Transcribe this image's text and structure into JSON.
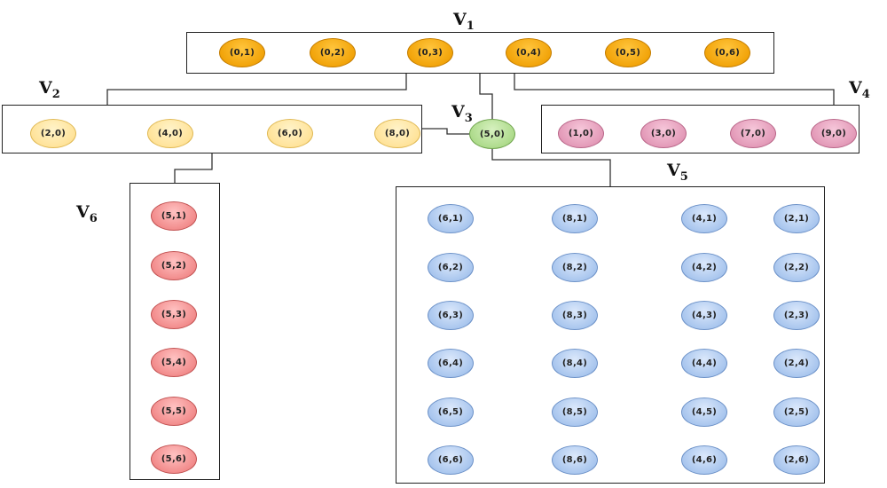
{
  "groups": {
    "v1": {
      "name": "V",
      "sub": "1",
      "color": "orange",
      "nodes": [
        "(0,1)",
        "(0,2)",
        "(0,3)",
        "(0,4)",
        "(0,5)",
        "(0,6)"
      ]
    },
    "v2": {
      "name": "V",
      "sub": "2",
      "color": "yellow",
      "nodes": [
        "(2,0)",
        "(4,0)",
        "(6,0)",
        "(8,0)"
      ]
    },
    "v3": {
      "name": "V",
      "sub": "3",
      "color": "green",
      "nodes": [
        "(5,0)"
      ]
    },
    "v4": {
      "name": "V",
      "sub": "4",
      "color": "pink",
      "nodes": [
        "(1,0)",
        "(3,0)",
        "(7,0)",
        "(9,0)"
      ]
    },
    "v5": {
      "name": "V",
      "sub": "5",
      "color": "blue",
      "columns": [
        [
          "(6,1)",
          "(6,2)",
          "(6,3)",
          "(6,4)",
          "(6,5)",
          "(6,6)"
        ],
        [
          "(8,1)",
          "(8,2)",
          "(8,3)",
          "(8,4)",
          "(8,5)",
          "(8,6)"
        ],
        [
          "(4,1)",
          "(4,2)",
          "(4,3)",
          "(4,4)",
          "(4,5)",
          "(4,6)"
        ],
        [
          "(2,1)",
          "(2,2)",
          "(2,3)",
          "(2,4)",
          "(2,5)",
          "(2,6)"
        ]
      ]
    },
    "v6": {
      "name": "V",
      "sub": "6",
      "color": "red",
      "nodes": [
        "(5,1)",
        "(5,2)",
        "(5,3)",
        "(5,4)",
        "(5,5)",
        "(5,6)"
      ]
    }
  },
  "connections": [
    [
      "v1",
      "v2"
    ],
    [
      "v1",
      "v3"
    ],
    [
      "v1",
      "v4"
    ],
    [
      "v2",
      "v3"
    ],
    [
      "v3",
      "v5"
    ],
    [
      "v2",
      "v6"
    ]
  ]
}
